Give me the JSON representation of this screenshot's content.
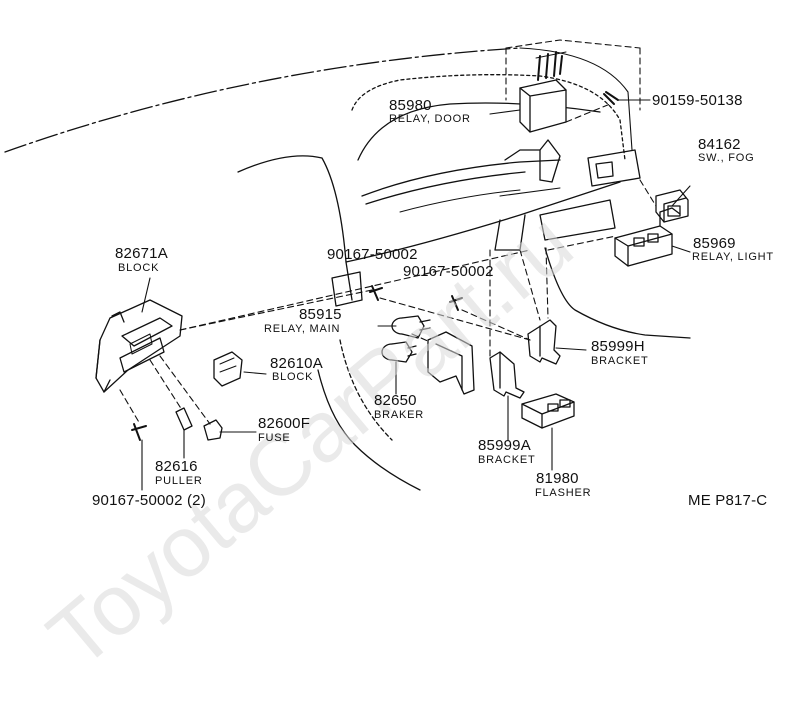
{
  "watermark": "ToyotaCarPart.ru",
  "figure_code": "ME P817-C",
  "callouts": [
    {
      "id": "85980",
      "part_number": "85980",
      "name": "RELAY, DOOR"
    },
    {
      "id": "90159",
      "part_number": "90159-50138",
      "name": ""
    },
    {
      "id": "84162",
      "part_number": "84162",
      "name": "SW., FOG"
    },
    {
      "id": "85969",
      "part_number": "85969",
      "name": "RELAY, LIGHT"
    },
    {
      "id": "82671A",
      "part_number": "82671A",
      "name": "BLOCK"
    },
    {
      "id": "90167a",
      "part_number": "90167-50002",
      "name": ""
    },
    {
      "id": "90167b",
      "part_number": "90167-50002",
      "name": ""
    },
    {
      "id": "85915",
      "part_number": "85915",
      "name": "RELAY, MAIN"
    },
    {
      "id": "85999H",
      "part_number": "85999H",
      "name": "BRACKET"
    },
    {
      "id": "82610A",
      "part_number": "82610A",
      "name": "BLOCK"
    },
    {
      "id": "82650",
      "part_number": "82650",
      "name": "BRAKER"
    },
    {
      "id": "82600F",
      "part_number": "82600F",
      "name": "FUSE"
    },
    {
      "id": "85999A",
      "part_number": "85999A",
      "name": "BRACKET"
    },
    {
      "id": "81980",
      "part_number": "81980",
      "name": "FLASHER"
    },
    {
      "id": "82616",
      "part_number": "82616",
      "name": "PULLER"
    },
    {
      "id": "90167c",
      "part_number": "90167-50002 (2)",
      "name": ""
    }
  ]
}
